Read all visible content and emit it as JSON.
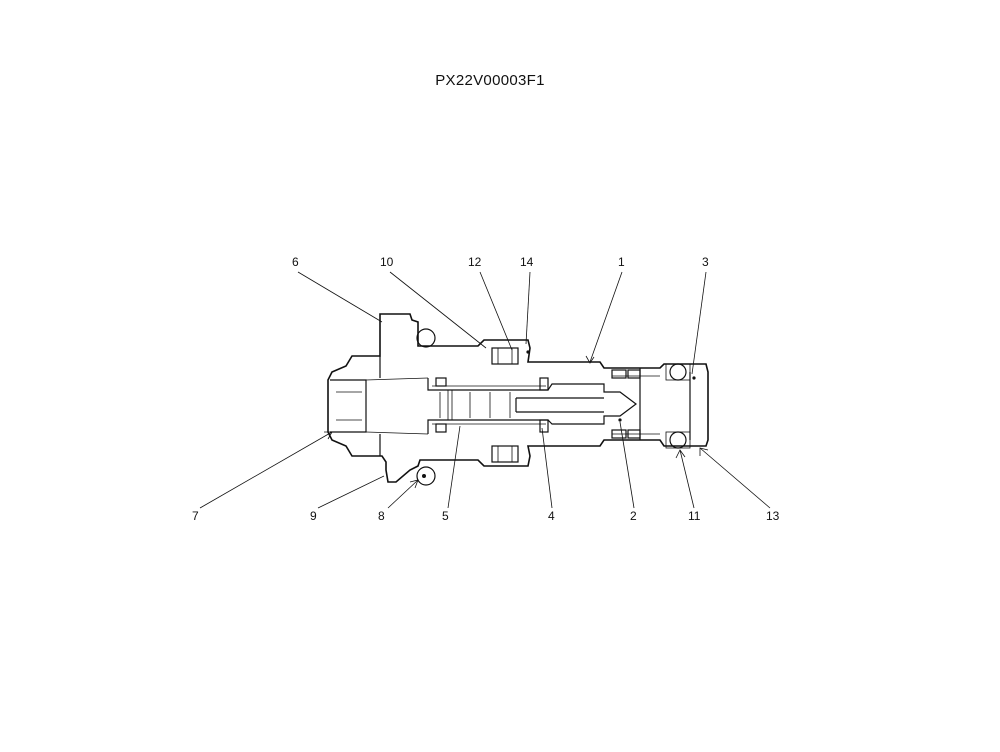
{
  "drawing_code": "PX22V00003F1",
  "callouts": {
    "c1": "1",
    "c2": "2",
    "c3": "3",
    "c4": "4",
    "c5": "5",
    "c6": "6",
    "c7": "7",
    "c8": "8",
    "c9": "9",
    "c10": "10",
    "c11": "11",
    "c12": "12",
    "c13": "13",
    "c14": "14"
  }
}
